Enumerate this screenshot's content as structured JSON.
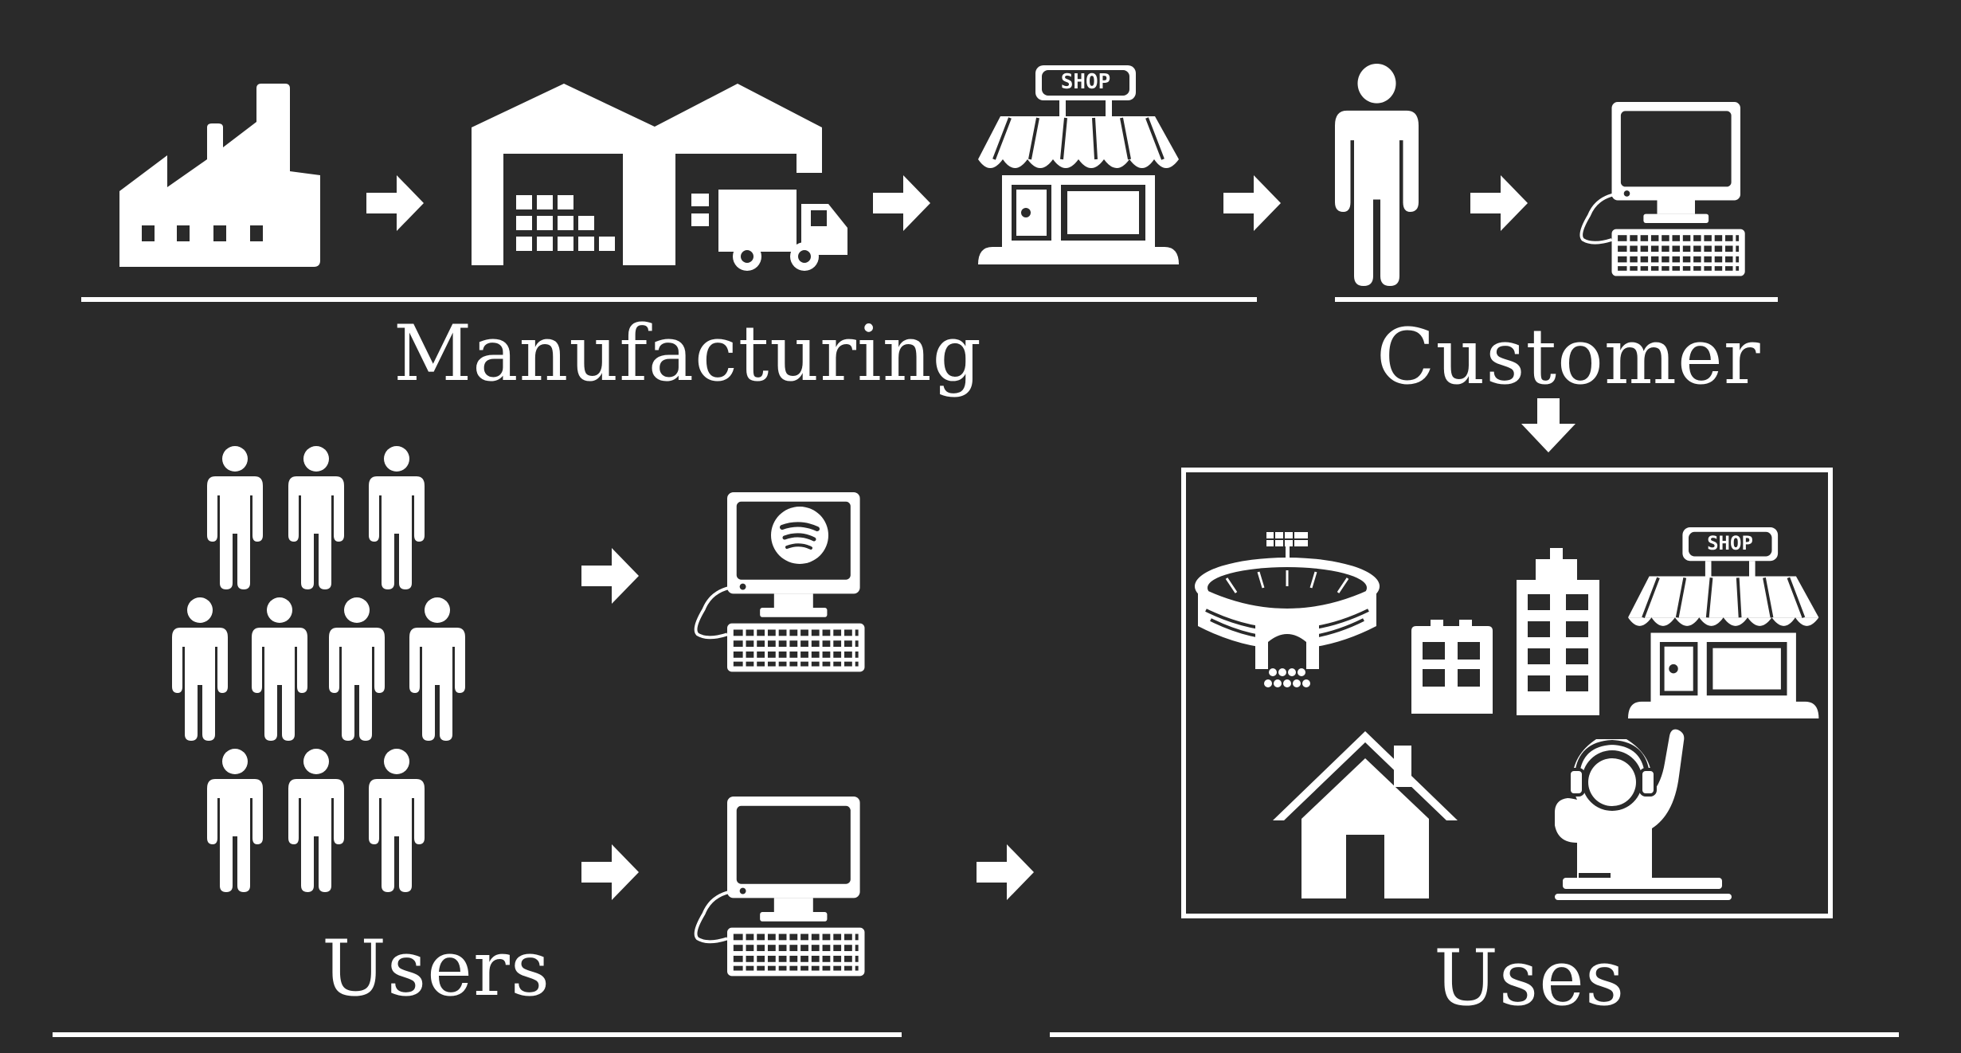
{
  "labels": {
    "manufacturing": "Manufacturing",
    "customer": "Customer",
    "users": "Users",
    "uses": "Uses"
  },
  "signs": {
    "shop_top": "SHOP",
    "shop_uses": "SHOP"
  },
  "colors": {
    "background": "#2a2a2a",
    "foreground": "#ffffff"
  },
  "icons": [
    "factory-icon",
    "warehouse-icon",
    "delivery-truck-icon",
    "shop-icon",
    "person-icon",
    "desktop-computer-icon",
    "spotify-logo-icon",
    "stadium-icon",
    "office-building-icon",
    "skyscraper-icon",
    "house-icon",
    "dj-icon",
    "arrow-right-icon",
    "arrow-down-icon"
  ]
}
